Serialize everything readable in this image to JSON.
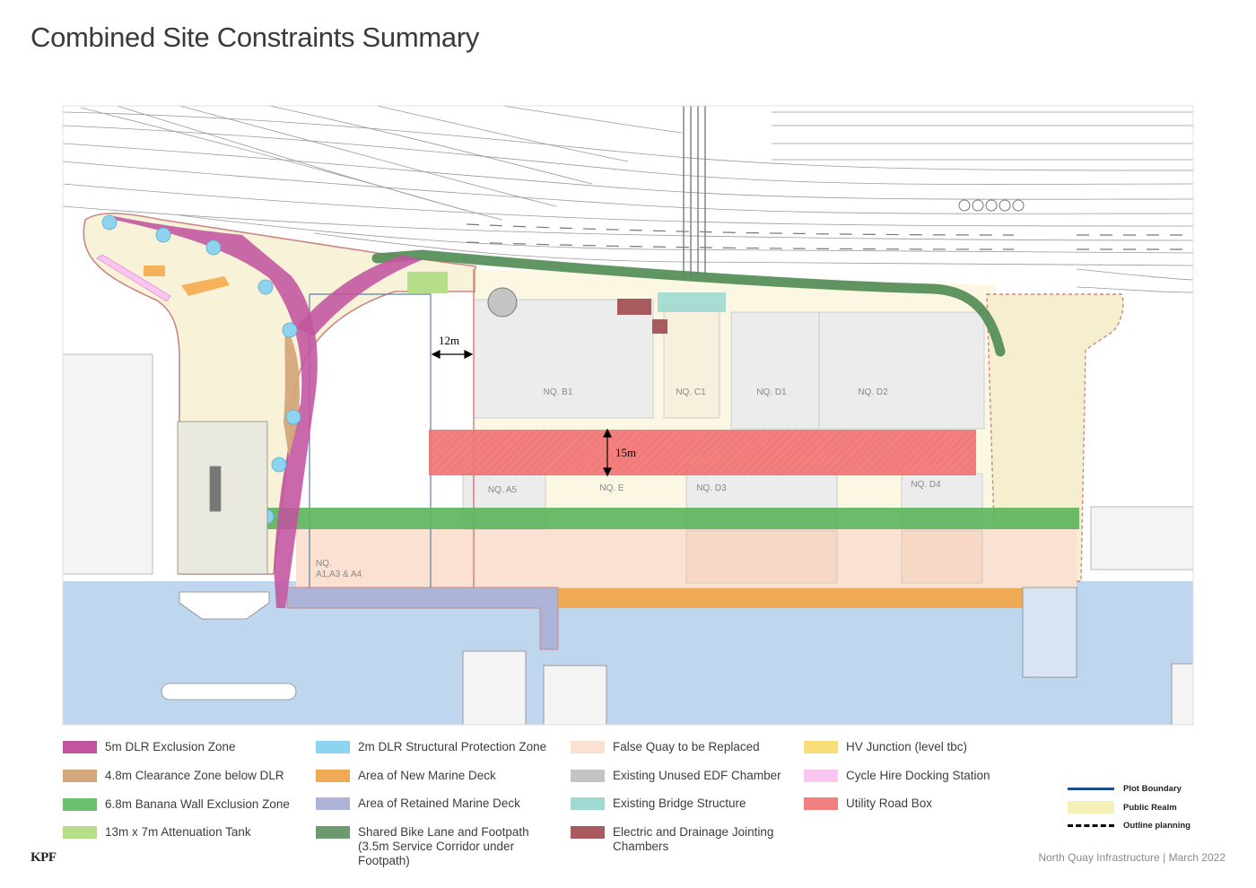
{
  "title": "Combined Site Constraints Summary",
  "labels": {
    "nq_b1": "NQ. B1",
    "nq_c1": "NQ. C1",
    "nq_d1": "NQ. D1",
    "nq_d2": "NQ. D2",
    "nq_a5": "NQ. A5",
    "nq_e": "NQ. E",
    "nq_d3": "NQ. D3",
    "nq_d4": "NQ. D4",
    "nq_a_line1": "NQ.",
    "nq_a_line2": "A1,A3 & A4",
    "dim_12m": "12m",
    "dim_15m": "15m"
  },
  "legend": [
    {
      "label": "5m DLR Exclusion Zone",
      "color": "#c2549f"
    },
    {
      "label": "4.8m Clearance Zone below DLR",
      "color": "#d4a77a"
    },
    {
      "label": "6.8m Banana Wall Exclusion Zone",
      "color": "#6cbf6c"
    },
    {
      "label": "13m x 7m Attenuation Tank",
      "color": "#b6dd8a"
    },
    {
      "label": "2m DLR Structural Protection Zone",
      "color": "#8fd4ef"
    },
    {
      "label": "Area of New Marine Deck",
      "color": "#f0aa55"
    },
    {
      "label": "Area of Retained Marine Deck",
      "color": "#aeb4d8"
    },
    {
      "label": "Shared Bike Lane and Footpath (3.5m Service Corridor under Footpath)",
      "color": "#6a9a6e"
    },
    {
      "label": "False Quay to be Replaced",
      "color": "#fbe1d1"
    },
    {
      "label": "Existing Unused EDF Chamber",
      "color": "#c4c4c4"
    },
    {
      "label": "Existing Bridge Structure",
      "color": "#9fd9d2"
    },
    {
      "label": "Electric and Drainage Jointing Chambers",
      "color": "#a85a5f"
    },
    {
      "label": "HV Junction (level tbc)",
      "color": "#f7dc7a"
    },
    {
      "label": "Cycle Hire Docking Station",
      "color": "#f8c6ef"
    },
    {
      "label": "Utility Road Box",
      "color": "#f28080"
    }
  ],
  "key": [
    {
      "label": "Plot Boundary",
      "color": "#1f4f8a"
    },
    {
      "label": "Public Realm",
      "color": "#f5f0b8"
    },
    {
      "label": "Outline planning",
      "color": "#000000"
    }
  ],
  "logo": "KPF",
  "footer": "North Quay Infrastructure | March 2022"
}
